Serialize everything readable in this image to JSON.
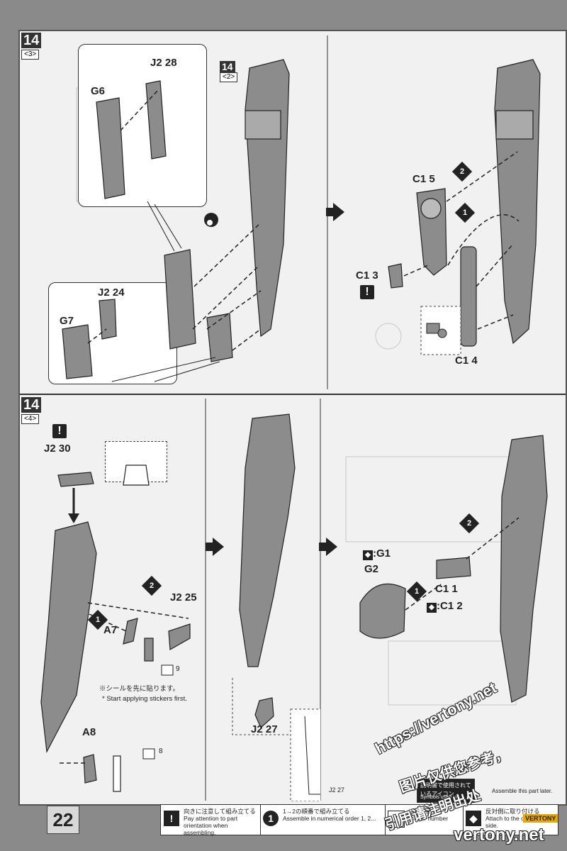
{
  "page_number": "22",
  "step_top": {
    "step": "14",
    "sub": "<3>",
    "panel_a": {
      "badge_step": "14",
      "badge_sub": "<2>",
      "parts": {
        "g6": "G6",
        "j2_28": "J2 28",
        "g7": "G7",
        "j2_24": "J2 24"
      }
    },
    "panel_b": {
      "parts": {
        "c15": "C1 5",
        "c13": "C1 3",
        "c14": "C1 4"
      },
      "nums": [
        "1",
        "2"
      ]
    }
  },
  "step_bottom": {
    "step": "14",
    "sub": "<4>",
    "parts": {
      "j2_30": "J2 30",
      "j2_25": "J2 25",
      "a7": "A7",
      "a8": "A8",
      "j2_27": "J2 27",
      "j2_27_detail": "J2 27",
      "g1": ":G1",
      "g2": "G2",
      "c11": "C1 1",
      "c12": ":C1 2"
    },
    "sticker_9": "9",
    "sticker_8": "8",
    "sticker_note_jp": "※シールを先に貼ります。",
    "sticker_note_en": "* Start applying stickers first.",
    "nums": [
      "1",
      "2"
    ]
  },
  "legend": {
    "intro_jp": "説明書で使用されているアイコン",
    "intro_en": "Symbols used in instructions",
    "items": [
      {
        "icon": "!",
        "jp": "向きに注意して組み立てる",
        "en": "Pay attention to part orientation when assembling."
      },
      {
        "icon": "1",
        "jp": "1→2の順番で組み立てる",
        "en": "Assemble in numerical order 1, 2..."
      },
      {
        "icon": "1",
        "jp": "シール番号",
        "en": "Sticker number"
      },
      {
        "icon": "◆",
        "jp": "反対側に取り付ける",
        "en": "Attach to the opposite side."
      }
    ],
    "assemble_this_part": "Assemble this part later."
  },
  "watermark": {
    "url": "https://vertony.net",
    "cn1": "图片仅供您参考，",
    "cn2": "引用请注明出处",
    "site": "vertony.net",
    "tag": "VERTONY"
  },
  "colors": {
    "part": "#8c8c8c",
    "dark": "#222222",
    "sheet": "#f1f1f1"
  }
}
